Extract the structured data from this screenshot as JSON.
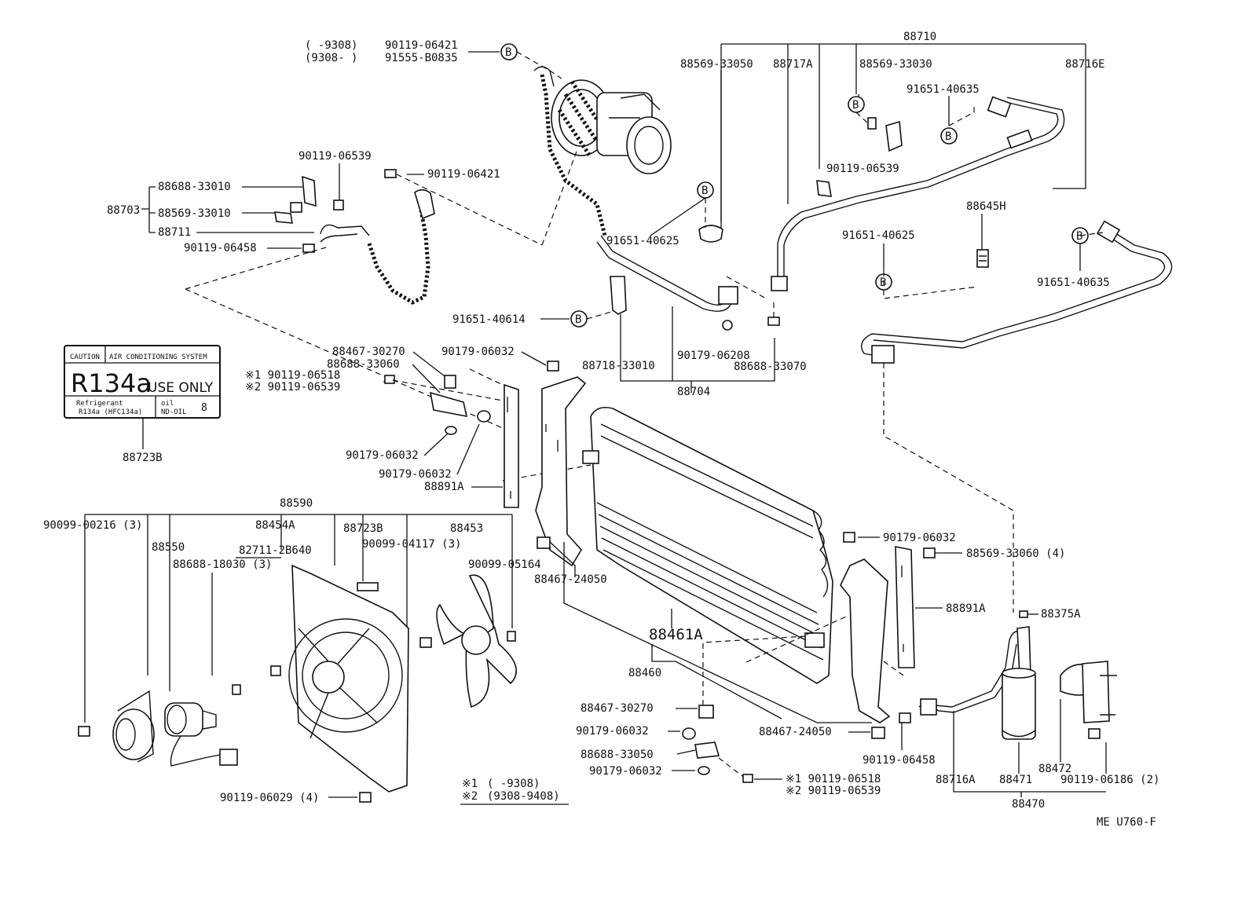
{
  "callouts": {
    "p88710": "88710",
    "p88569_33050": "88569-33050",
    "p88717A": "88717A",
    "p88569_33030": "88569-33030",
    "p88716E": "88716E",
    "p91651_40635a": "91651-40635",
    "p90119_06539a": "90119-06539",
    "p88645H": "88645H",
    "p91651_40625a": "91651-40625",
    "p91651_40625b": "91651-40625",
    "p91651_40635b": "91651-40635",
    "p9308a": "(        -9308)",
    "p9308b": "(9308-        )",
    "p90119_06421a": "90119-06421",
    "p91555_B0835": "91555-B0835",
    "p90119_06539b": "90119-06539",
    "p90119_06421b": "90119-06421",
    "p88688_33010": "88688-33010",
    "p88703": "88703",
    "p88569_33010": "88569-33010",
    "p88711": "88711",
    "p90119_06458a": "90119-06458",
    "p91651_40614": "91651-40614",
    "p88718_33010": "88718-33010",
    "p90179_06208": "90179-06208",
    "p88688_33070": "88688-33070",
    "p88704": "88704",
    "p88467_30270a": "88467-30270",
    "p88688_33060": "88688-33060",
    "p90179_06032a": "90179-06032",
    "p90119_06518a": "※1 90119-06518",
    "p90119_06539c": "※2 90119-06539",
    "p90179_06032b": "90179-06032",
    "p90179_06032c": "90179-06032",
    "p88891A_a": "88891A",
    "p88723B_a": "88723B",
    "p88590": "88590",
    "p90099_00216": "90099-00216 (3)",
    "p88550": "88550",
    "p88454A": "88454A",
    "p82711_2B640": "82711-2B640",
    "p88688_18030": "88688-18030 (3)",
    "p88723B_b": "88723B",
    "p90099_04117": "90099-04117 (3)",
    "p88453": "88453",
    "p90099_05164": "90099-05164",
    "p88467_24050a": "88467-24050",
    "p90179_06032d": "90179-06032",
    "p88569_33060": "88569-33060 (4)",
    "p88891A_b": "88891A",
    "p88375A": "88375A",
    "p88461A": "88461A",
    "p88460": "88460",
    "p88467_30270b": "88467-30270",
    "p90179_06032e": "90179-06032",
    "p88688_33050": "88688-33050",
    "p90179_06032f": "90179-06032",
    "p88467_24050b": "88467-24050",
    "p90119_06518b": "※1 90119-06518",
    "p90119_06539d": "※2 90119-06539",
    "p90119_06458b": "90119-06458",
    "p88716A": "88716A",
    "p88471": "88471",
    "p88472": "88472",
    "p90119_06186": "90119-06186 (2)",
    "p88470": "88470",
    "p90119_06029": "90119-06029 (4)"
  },
  "label_plate": {
    "caution": "CAUTION",
    "system": "AIR CONDITIONING SYSTEM",
    "r134a": "R134a",
    "use_only": "USE ONLY",
    "refrigerant": "Refrigerant",
    "refrigerant_type": "R134a (HFC134a)",
    "oil": "oil",
    "oil_type": "ND-OIL",
    "oil_grade": "8"
  },
  "markers": {
    "b": "B"
  },
  "legend": {
    "row1_mark": "※1",
    "row1_range": "(        -9308)",
    "row2_mark": "※2",
    "row2_range": "(9308-9408)"
  },
  "figure_code": "ME  U760-F"
}
